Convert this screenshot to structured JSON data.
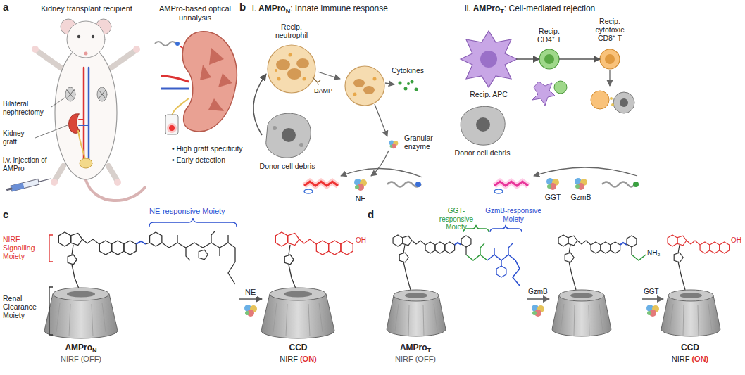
{
  "diagram": {
    "nodes": [
      {
        "text": [
          "Recip. neutrophil"
        ]
      },
      {
        "text": [
          "Donor cell debris"
        ]
      },
      {
        "text": [
          "Cytokines"
        ]
      },
      {
        "text": [
          "Granular enzyme"
        ]
      },
      {
        "text": [
          "NE"
        ]
      },
      {
        "text": [
          "Recip. APC"
        ]
      },
      {
        "text": [
          "Recip. CD4⁺ T"
        ]
      },
      {
        "text": [
          "Recip. cytotoxic CD8⁺ T"
        ]
      },
      {
        "text": [
          "Donor cell debris"
        ]
      },
      {
        "text": [
          "GGT"
        ]
      },
      {
        "text": [
          "GzmB"
        ]
      },
      {
        "text": [
          "AMPro",
          "N",
          "NIRF (OFF)"
        ]
      },
      {
        "text": [
          "CCD",
          "NIRF",
          "(ON)"
        ]
      },
      {
        "text": [
          "AMPro",
          "T",
          "NIRF (OFF)"
        ]
      },
      {
        "text": [
          "CCD",
          "NIRF",
          "(ON)"
        ]
      }
    ],
    "edges": [
      {
        "from": 1,
        "to": 0,
        "arrow": "to"
      },
      {
        "from": 5,
        "to": 6,
        "arrow": "to"
      },
      {
        "from": 6,
        "to": 7,
        "arrow": "to"
      },
      {
        "from": 11,
        "to": 12,
        "label": "NE",
        "arrow": "to"
      }
    ],
    "labels": [
      "a",
      "Kidney transplant recipient",
      "AMPro-based optical urinalysis",
      "Bilateral nephrectomy",
      "Kidney graft",
      "i.v. injection of AMPro",
      "• High graft specificity",
      "• Early detection",
      "b",
      "i.",
      "AMPro",
      "N",
      ": Innate immune response",
      "DAMP",
      "ii.",
      "AMPro",
      "T",
      ": Cell-mediated rejection",
      "c",
      "NIRF Signalling Moiety",
      "Renal Clearance Moiety",
      "NE-responsive Moiety",
      "d",
      "GGT-responsive Moiety",
      "GzmB-responsive Moiety",
      "GzmB",
      "GGT",
      "OH",
      "OH",
      "NH₂"
    ]
  }
}
